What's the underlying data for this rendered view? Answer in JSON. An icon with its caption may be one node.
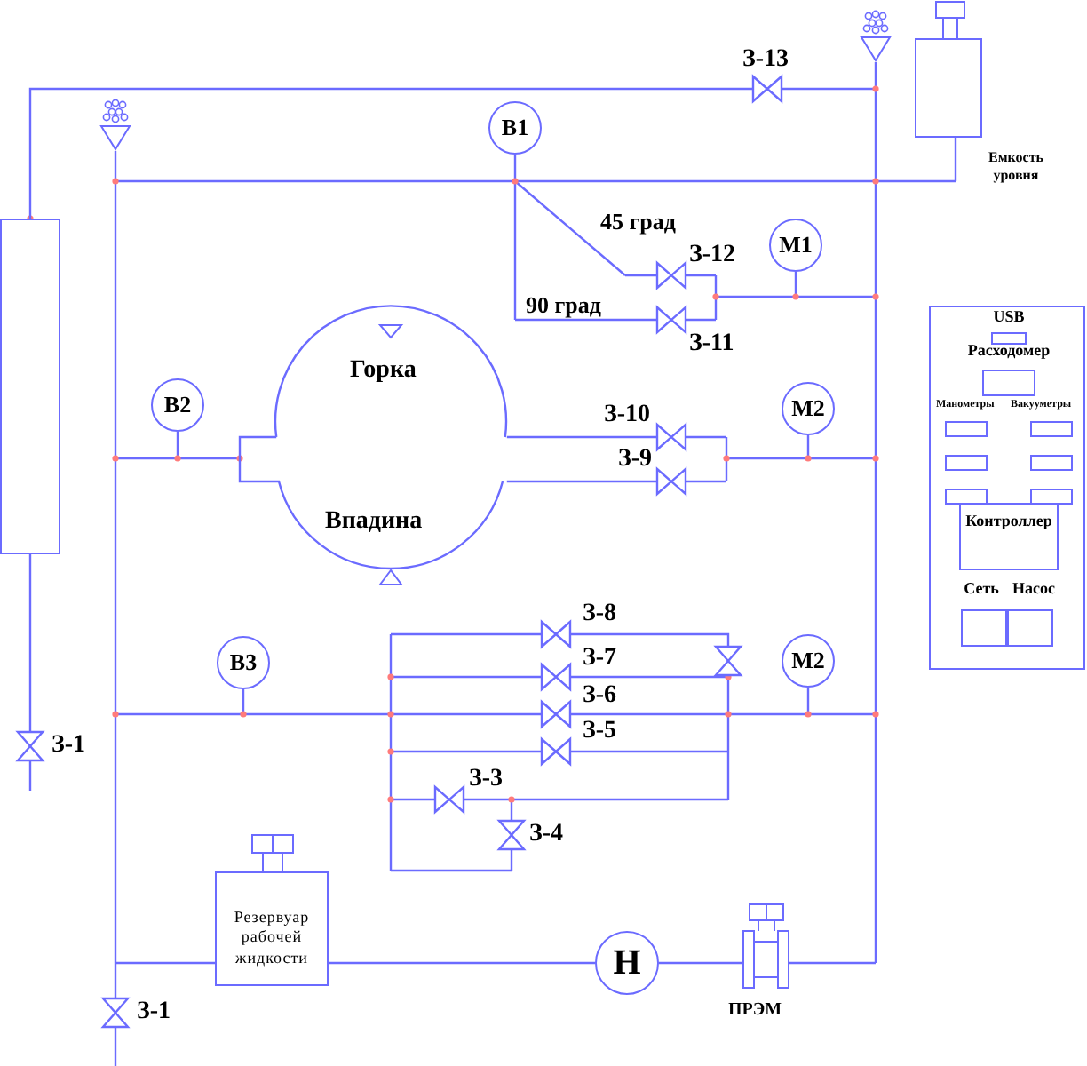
{
  "diagram": {
    "nodes": [
      {
        "text": [],
        "shape": "box"
      },
      {
        "text": [
          "З-13"
        ]
      },
      {
        "text": [
          "Емкость уровня"
        ]
      },
      {
        "text": [
          "В1"
        ]
      },
      {
        "text": [
          "М1"
        ]
      },
      {
        "text": [
          "З-12"
        ]
      },
      {
        "text": [
          "З-11"
        ]
      },
      {
        "text": [
          "Горка",
          "Впадина"
        ]
      },
      {
        "text": [
          "В2"
        ]
      },
      {
        "text": [
          "З-10"
        ]
      },
      {
        "text": [
          "З-9"
        ]
      },
      {
        "text": [
          "М2"
        ]
      },
      {
        "text": [],
        "shape": "box"
      },
      {
        "text": [
          "USB"
        ],
        "in": 12
      },
      {
        "text": [
          "Расходомер"
        ],
        "in": 12
      },
      {
        "text": [],
        "shape": "box",
        "in": 12
      },
      {
        "text": [],
        "shape": "box",
        "in": 12
      },
      {
        "text": [],
        "shape": "box",
        "in": 12
      },
      {
        "text": [],
        "shape": "box",
        "in": 12
      },
      {
        "text": [],
        "shape": "box",
        "in": 12
      },
      {
        "text": [],
        "shape": "box",
        "in": 12
      },
      {
        "text": [
          "Контроллер"
        ],
        "in": 12
      },
      {
        "text": [
          "Сеть"
        ],
        "in": 12
      },
      {
        "text": [
          "Насос"
        ],
        "in": 12
      },
      {
        "text": [
          "З-8"
        ]
      },
      {
        "text": [],
        "shape": "valve"
      },
      {
        "text": [
          "В3"
        ]
      },
      {
        "text": [
          "З-7"
        ]
      },
      {
        "text": [
          "М2"
        ]
      },
      {
        "text": [
          "З-6"
        ]
      },
      {
        "text": [
          "З-5"
        ]
      },
      {
        "text": [
          "З-3"
        ]
      },
      {
        "text": [
          "З-1"
        ]
      },
      {
        "text": [
          "З-4"
        ]
      },
      {
        "text": [
          "Резервуар рабочей жидкости"
        ]
      },
      {
        "text": [
          "Н"
        ]
      },
      {
        "text": [
          "ПРЭМ"
        ]
      },
      {
        "text": [
          "З-1"
        ]
      }
    ],
    "edges": [
      {
        "from": 0,
        "to": 1,
        "arrow": "none"
      },
      {
        "from": 0,
        "to": 32,
        "arrow": "none"
      },
      {
        "from": 7,
        "to": 9,
        "arrow": "none"
      },
      {
        "from": 7,
        "to": 10,
        "arrow": "none"
      },
      {
        "from": 24,
        "to": 25,
        "arrow": "none"
      },
      {
        "from": 34,
        "to": 35,
        "arrow": "none"
      },
      {
        "from": 35,
        "to": 36,
        "arrow": "none"
      }
    ],
    "labels": [
      "45 град",
      "90 град",
      "Манометры",
      "Вакууметры"
    ]
  }
}
